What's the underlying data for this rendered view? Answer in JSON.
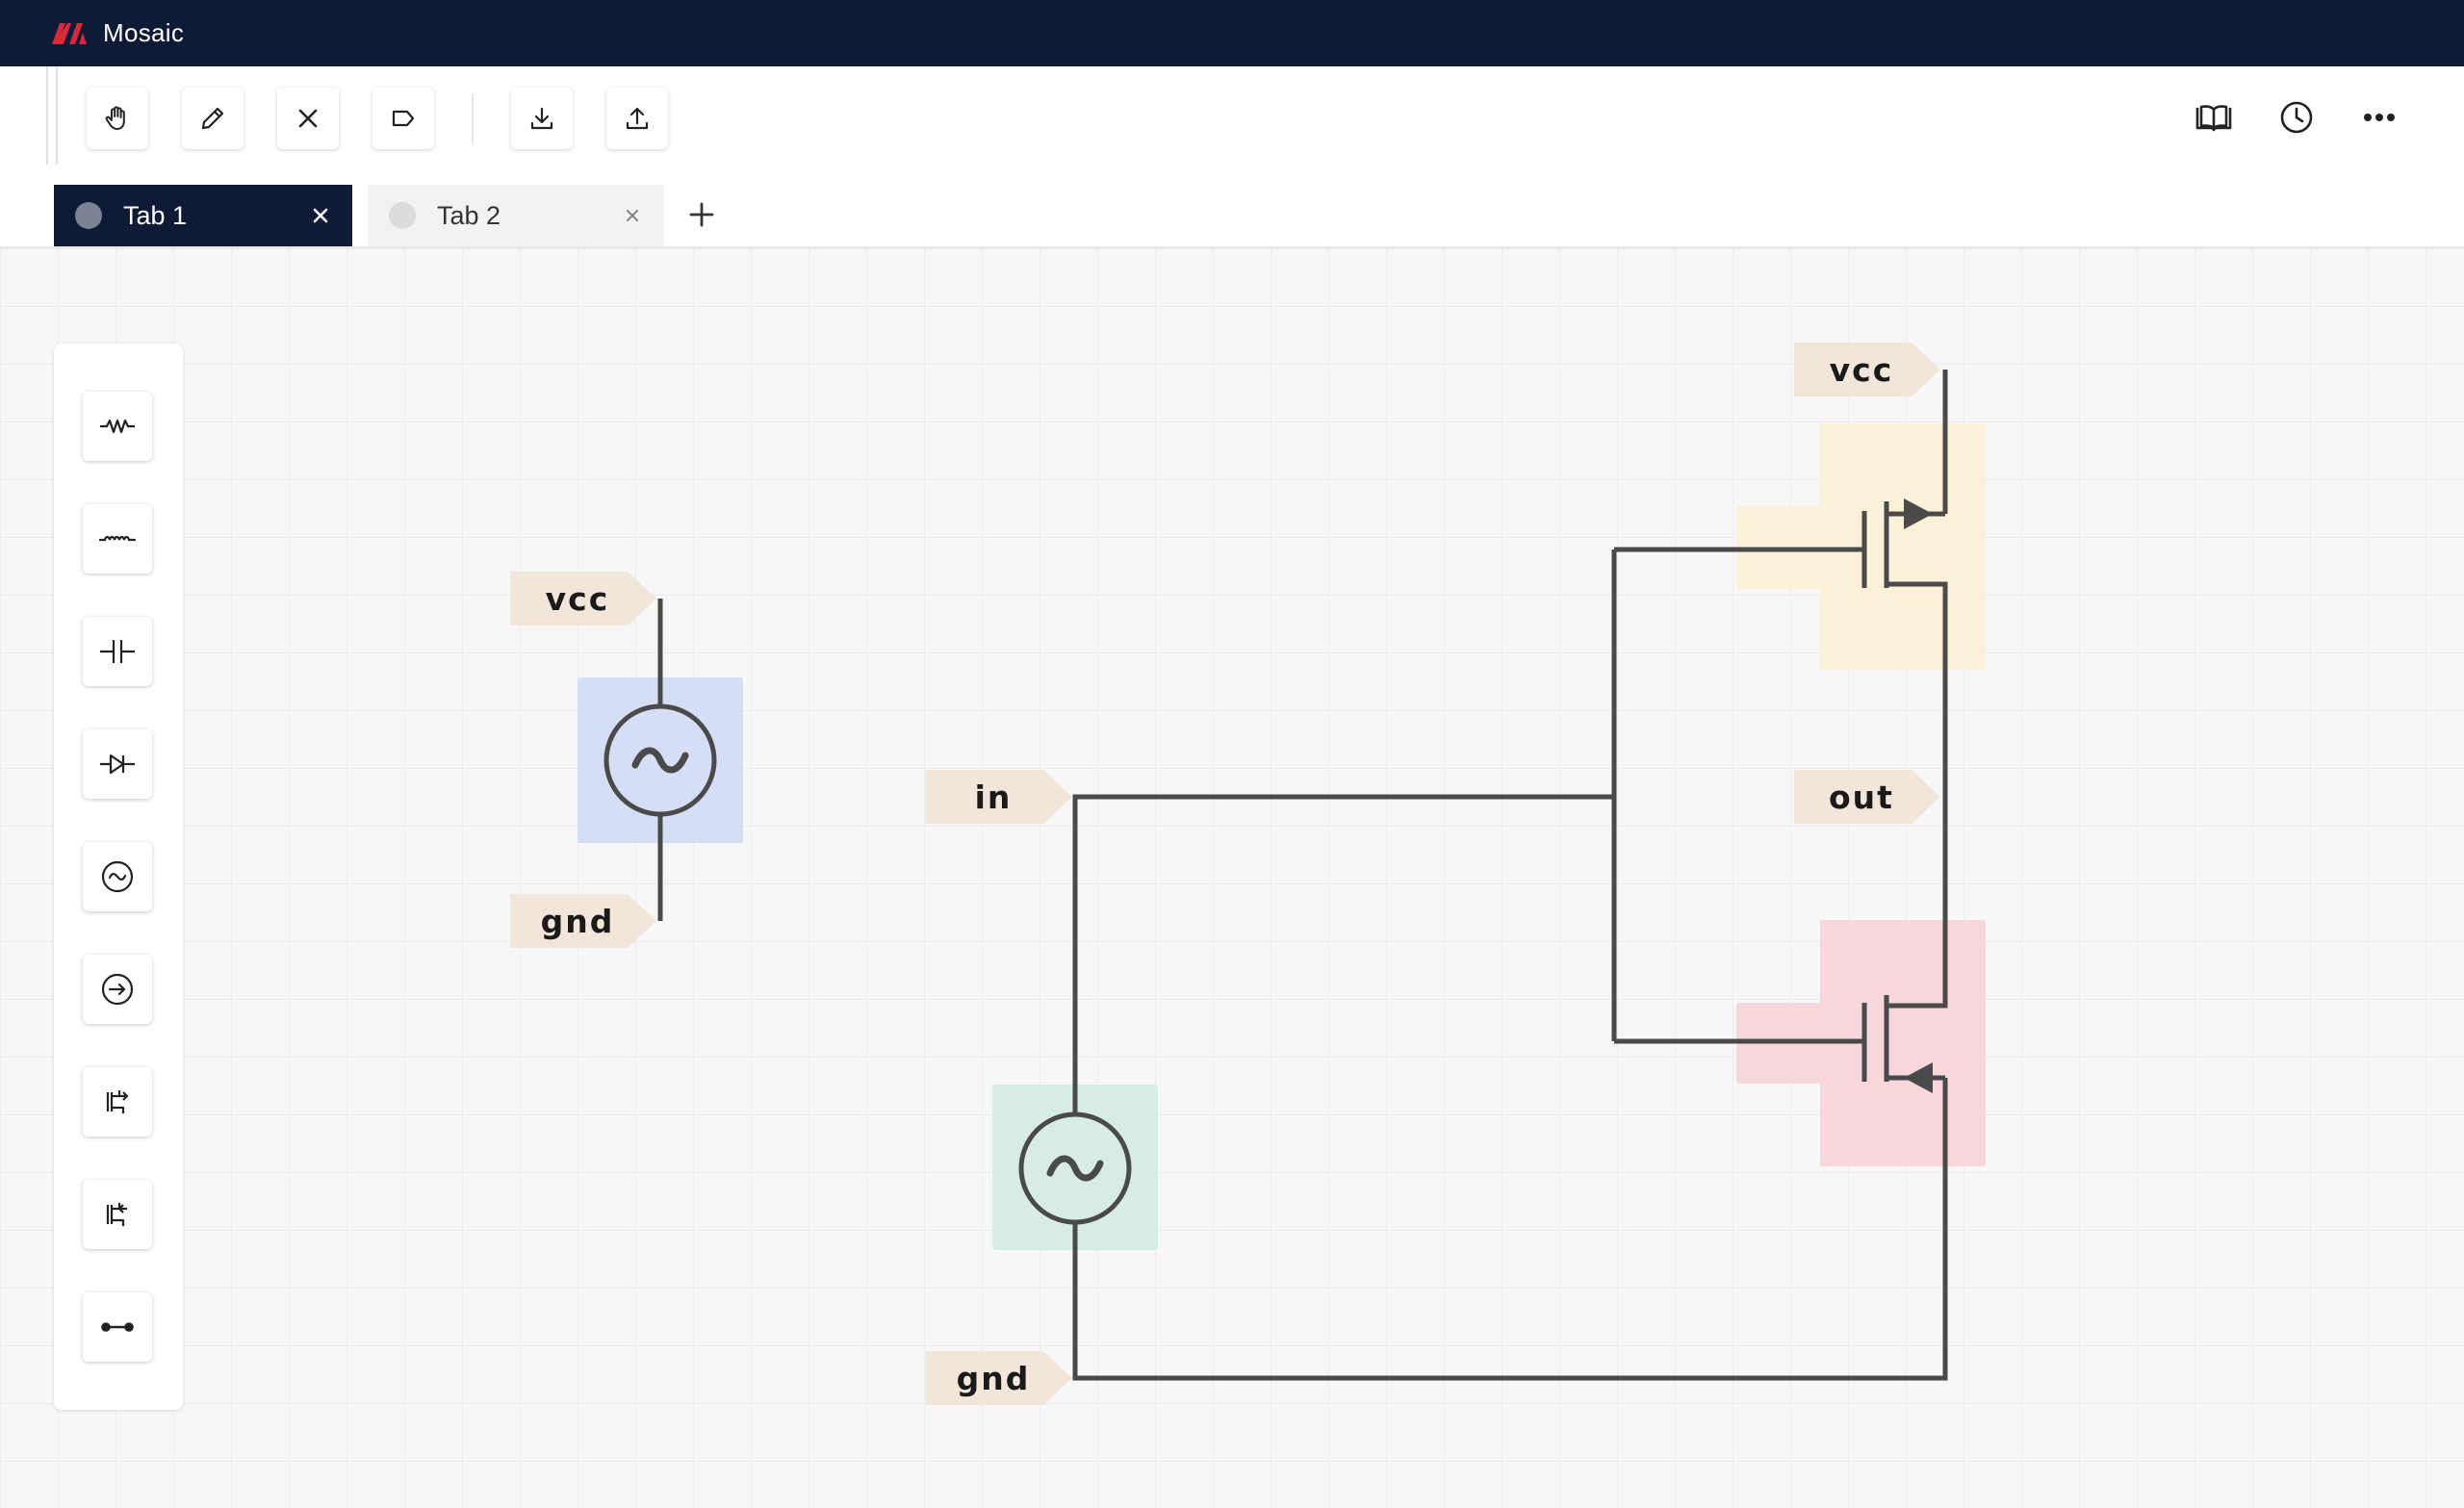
{
  "app": {
    "title": "Mosaic"
  },
  "toolbar": {
    "tools": [
      {
        "icon": "hand-icon"
      },
      {
        "icon": "pencil-icon"
      },
      {
        "icon": "close-icon"
      },
      {
        "icon": "label-tag-icon"
      },
      {
        "icon": "download-icon"
      },
      {
        "icon": "upload-icon"
      }
    ],
    "right_icons": [
      "book-icon",
      "clock-icon",
      "more-icon"
    ]
  },
  "tabs": [
    {
      "label": "Tab 1",
      "active": true
    },
    {
      "label": "Tab 2",
      "active": false
    }
  ],
  "palette": {
    "items": [
      {
        "icon": "resistor-icon"
      },
      {
        "icon": "inductor-icon"
      },
      {
        "icon": "capacitor-icon"
      },
      {
        "icon": "diode-icon"
      },
      {
        "icon": "ac-source-icon"
      },
      {
        "icon": "current-source-icon"
      },
      {
        "icon": "nmos-icon"
      },
      {
        "icon": "pmos-icon"
      },
      {
        "icon": "wire-icon"
      }
    ]
  },
  "circuit": {
    "labels": {
      "left_vcc": "vcc",
      "left_gnd": "gnd",
      "in": "in",
      "gnd_bottom": "gnd",
      "right_vcc": "vcc",
      "out": "out"
    },
    "colors": {
      "source_left": "#d5def4",
      "source_bottom": "#d7ece7",
      "pmos": "#fbf1d9",
      "nmos": "#f8d7da",
      "label_tag": "#f2e6db",
      "wire": "#4a4a4a"
    }
  }
}
